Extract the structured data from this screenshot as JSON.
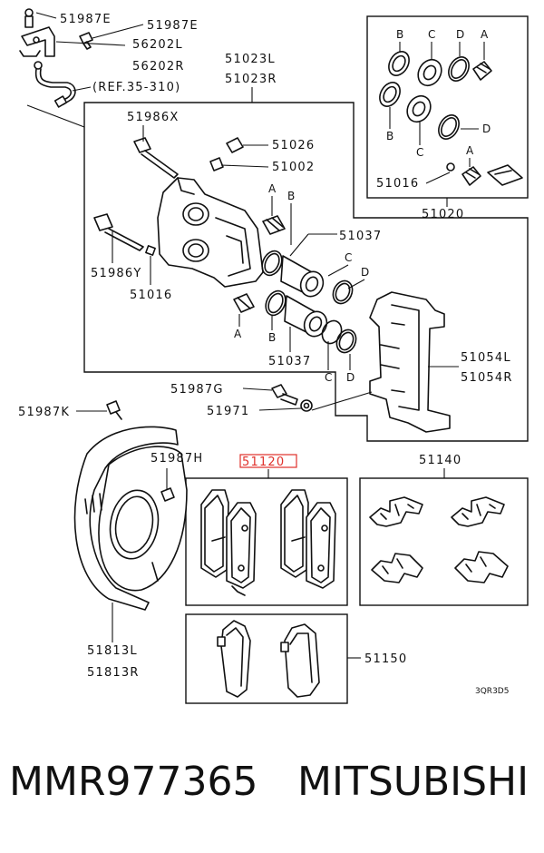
{
  "callouts": {
    "p51987E_a": "51987E",
    "p51987E_b": "51987E",
    "p56202L": "56202L",
    "p56202R": "56202R",
    "ref": "(REF.35-310)",
    "p51023L": "51023L",
    "p51023R": "51023R",
    "p51986X": "51986X",
    "p51026": "51026",
    "p51002": "51002",
    "p51986Y": "51986Y",
    "p51016": "51016",
    "p51037_top": "51037",
    "p51037_bot": "51037",
    "p51054L": "51054L",
    "p51054R": "51054R",
    "p51987G": "51987G",
    "p51971": "51971",
    "p51987K": "51987K",
    "p51987H": "51987H",
    "p51120": "51120",
    "p51140": "51140",
    "p51813L": "51813L",
    "p51813R": "51813R",
    "p51150": "51150",
    "p51016_kit": "51016",
    "p51020": "51020",
    "diagram_code": "3QR3D5"
  },
  "letters": {
    "A": "A",
    "B": "B",
    "C": "C",
    "D": "D"
  },
  "caption": {
    "part_number": "MMR977365",
    "brand": "MITSUBISHI"
  },
  "colors": {
    "line": "#111111",
    "highlight": "#e0302a",
    "background": "#ffffff"
  }
}
